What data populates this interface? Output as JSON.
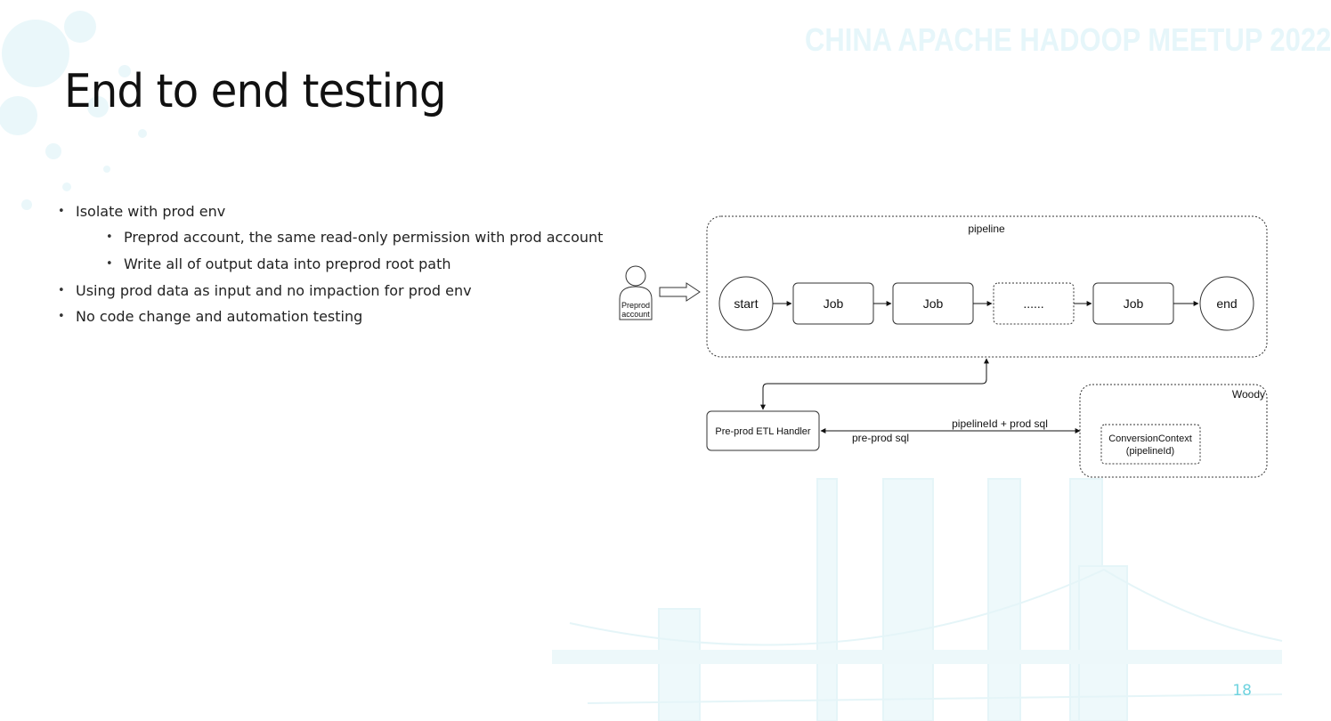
{
  "slide": {
    "watermark": "CHINA APACHE HADOOP MEETUP 2022",
    "title": "End to end testing",
    "page_number": "18"
  },
  "bullets": [
    {
      "level": 1,
      "text": "Isolate with prod env"
    },
    {
      "level": 2,
      "text": "Preprod account, the same read-only permission with prod account"
    },
    {
      "level": 2,
      "text": "Write all of output data into preprod root path"
    },
    {
      "level": 1,
      "text": "Using prod data as input and no impaction for prod env"
    },
    {
      "level": 1,
      "text": "No code change and automation testing"
    }
  ],
  "diagram": {
    "actor": {
      "label_line1": "Preprod",
      "label_line2": "account"
    },
    "pipeline": {
      "label": "pipeline",
      "nodes": [
        "start",
        "Job",
        "Job",
        "......",
        "Job",
        "end"
      ]
    },
    "handler": {
      "label": "Pre-prod ETL Handler"
    },
    "woody": {
      "label": "Woody",
      "context_line1": "ConversionContext",
      "context_line2": "(pipelineId)"
    },
    "edges": {
      "to_woody": "pipelineId + prod sql",
      "to_handler": "pre-prod sql"
    }
  },
  "colors": {
    "accent": "#6fd3df",
    "watermark": "#e6f6fa",
    "text": "#111111"
  }
}
